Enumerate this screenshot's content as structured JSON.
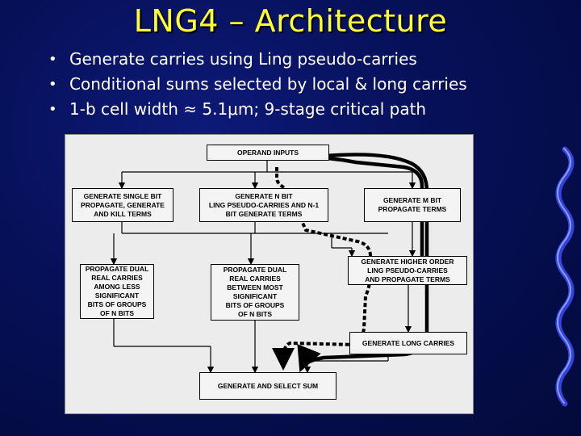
{
  "slide": {
    "title": "LNG4 – Architecture",
    "bullets": [
      "Generate carries using Ling pseudo-carries",
      "Conditional sums selected by local & long carries",
      "1-b cell width ≈ 5.1μm; 9-stage critical path"
    ]
  },
  "diagram": {
    "nodes": {
      "operand_inputs": "OPERAND INPUTS",
      "gen_single_bit": "GENERATE SINGLE BIT\nPROPAGATE, GENERATE\nAND KILL TERMS",
      "gen_n_bit_ling": "GENERATE N BIT\nLING PSEUDO-CARRIES AND N-1\nBIT GENERATE TERMS",
      "gen_m_bit": "GENERATE M BIT\nPROPAGATE TERMS",
      "prop_dual_less": "PROPAGATE DUAL\nREAL CARRIES\nAMONG LESS\nSIGNIFICANT\nBITS OF GROUPS\nOF N BITS",
      "prop_dual_most": "PROPAGATE DUAL\nREAL CARRIES\nBETWEEN MOST\nSIGNIFICANT\nBITS OF GROUPS\nOF N BITS",
      "gen_higher_order": "GENERATE HIGHER ORDER\nLING PSEUDO-CARRIES\nAND PROPAGATE TERMS",
      "gen_long_carries": "GENERATE LONG CARRIES",
      "gen_select_sum": "GENERATE AND SELECT SUM"
    }
  },
  "colors": {
    "background": "#061058",
    "title": "#ffff33",
    "bullet_text": "#ffffff",
    "ribbon": "#3344dd"
  }
}
